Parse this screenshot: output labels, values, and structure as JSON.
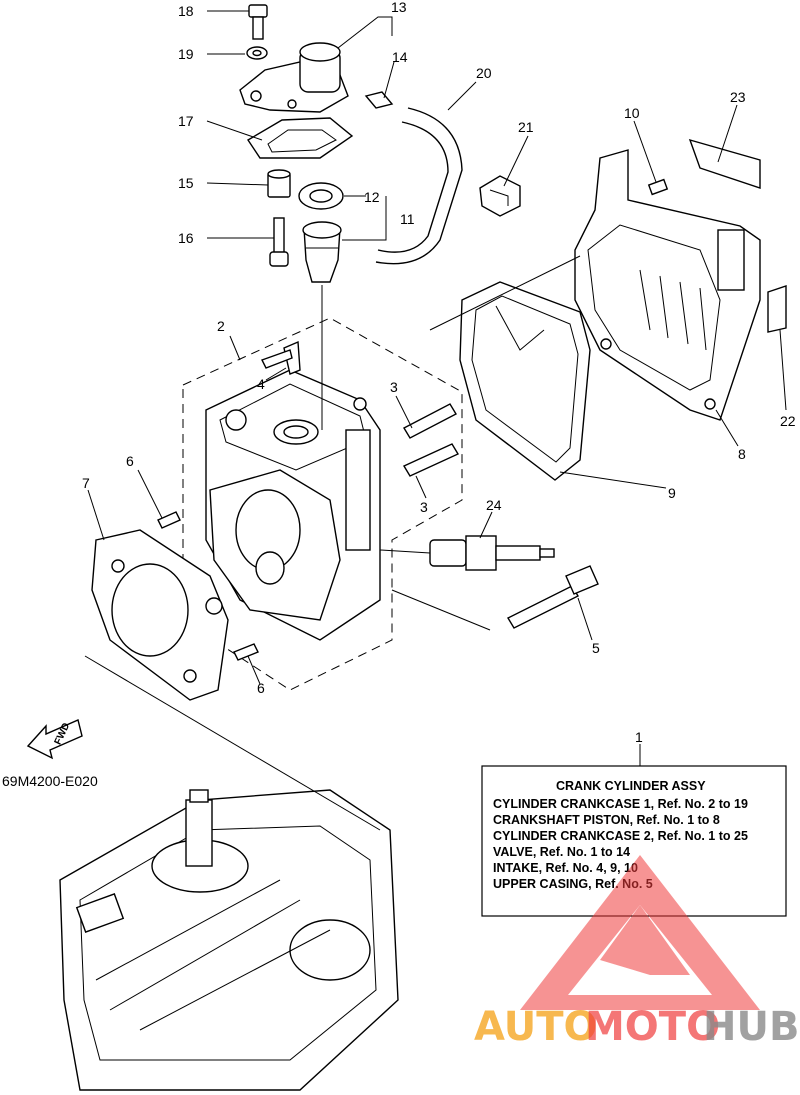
{
  "diagram_code": "69M4200-E020",
  "fwd_label": "FWD",
  "callouts": [
    {
      "id": "c18",
      "text": "18"
    },
    {
      "id": "c13",
      "text": "13"
    },
    {
      "id": "c19",
      "text": "19"
    },
    {
      "id": "c14",
      "text": "14"
    },
    {
      "id": "c20",
      "text": "20"
    },
    {
      "id": "c17",
      "text": "17"
    },
    {
      "id": "c10",
      "text": "10"
    },
    {
      "id": "c23",
      "text": "23"
    },
    {
      "id": "c21",
      "text": "21"
    },
    {
      "id": "c15",
      "text": "15"
    },
    {
      "id": "c12",
      "text": "12"
    },
    {
      "id": "c11",
      "text": "11"
    },
    {
      "id": "c16",
      "text": "16"
    },
    {
      "id": "c2",
      "text": "2"
    },
    {
      "id": "c4",
      "text": "4"
    },
    {
      "id": "c3a",
      "text": "3"
    },
    {
      "id": "c22",
      "text": "22"
    },
    {
      "id": "c8",
      "text": "8"
    },
    {
      "id": "c6a",
      "text": "6"
    },
    {
      "id": "c3b",
      "text": "3"
    },
    {
      "id": "c9",
      "text": "9"
    },
    {
      "id": "c7",
      "text": "7"
    },
    {
      "id": "c24",
      "text": "24"
    },
    {
      "id": "c5",
      "text": "5"
    },
    {
      "id": "c6b",
      "text": "6"
    },
    {
      "id": "c1",
      "text": "1"
    }
  ],
  "legend": {
    "title": "CRANK CYLINDER ASSY",
    "lines": [
      "CYLINDER CRANKCASE 1, Ref. No. 2 to 19",
      "CRANKSHAFT PISTON,      Ref. No. 1 to 8",
      "CYLINDER CRANKCASE 2, Ref. No. 1 to 25",
      "VALVE,  Ref. No. 1 to 14",
      "INTAKE, Ref. No. 4, 9, 10",
      "UPPER CASING, Ref. No. 5"
    ]
  },
  "watermark": {
    "part1": "AUTO",
    "part2": "MOTO",
    "part3": "HUB"
  },
  "colors": {
    "line": "#000000",
    "watermark_orange": "#f5a623",
    "watermark_red": "#f03c3c",
    "watermark_gray": "#8a8a8a"
  }
}
